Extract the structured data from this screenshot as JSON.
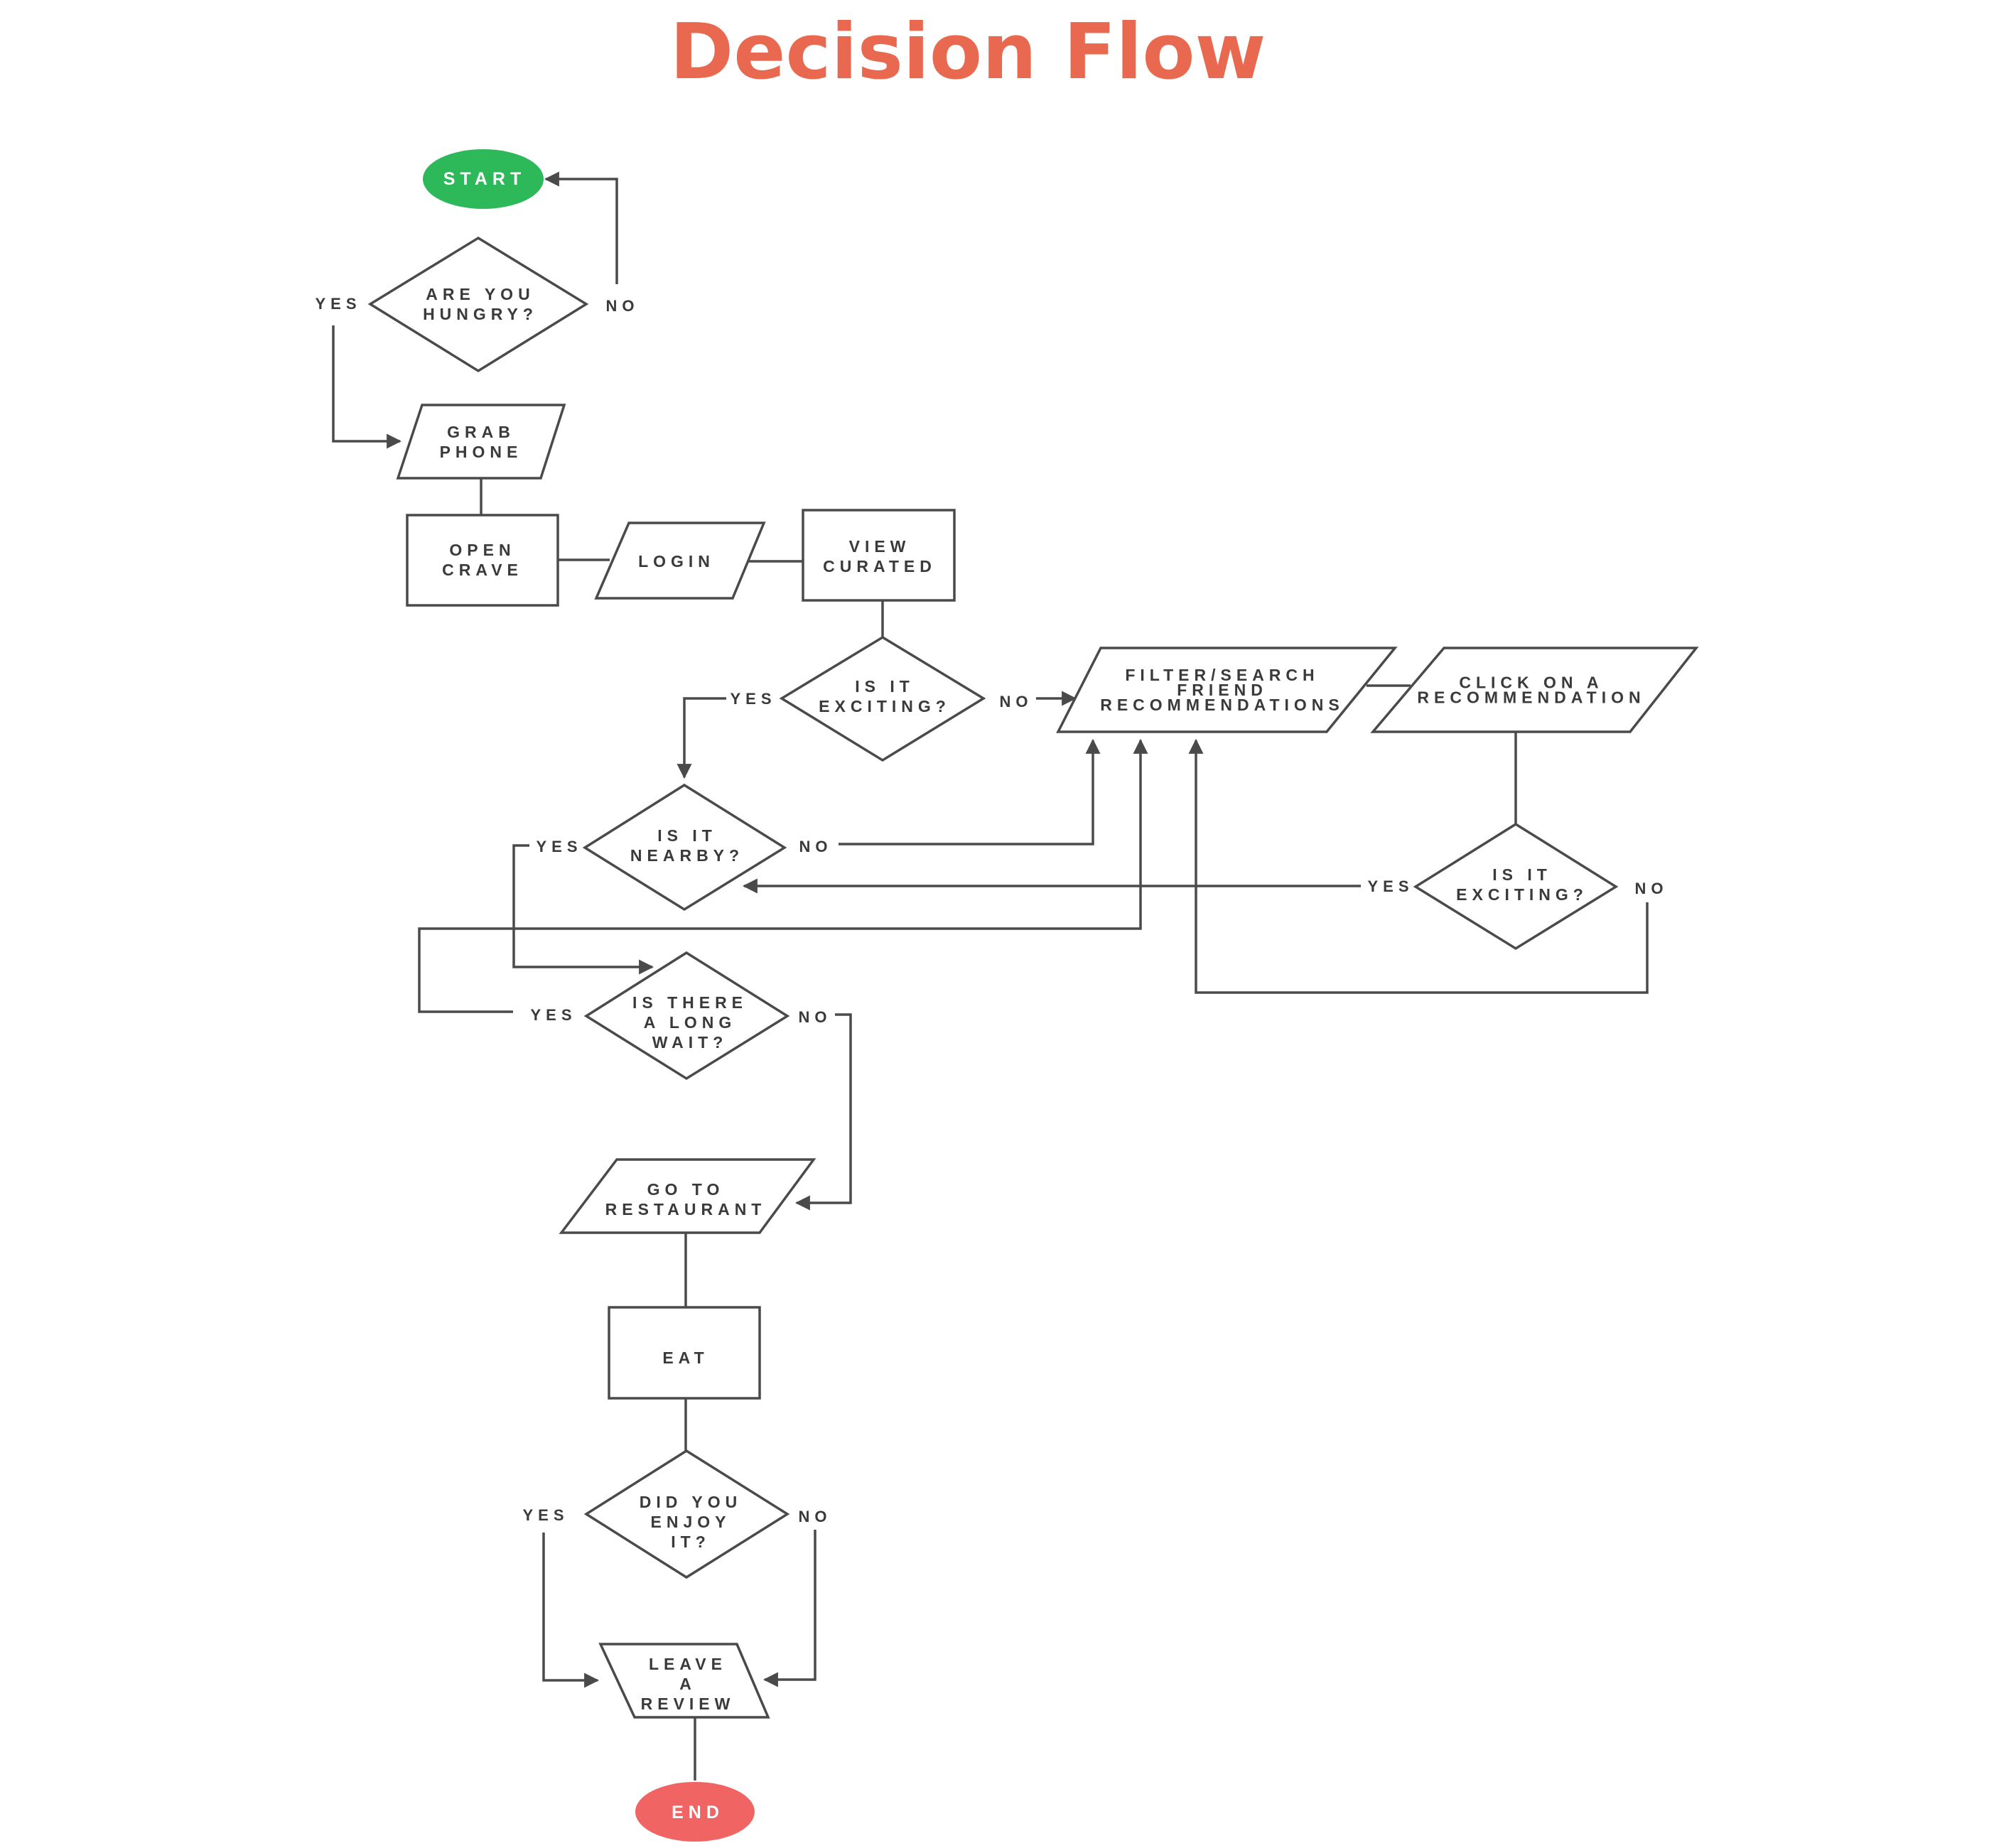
{
  "title": "Decision Flow",
  "colors": {
    "title": "#E8694F",
    "start": "#2DB85A",
    "end": "#F06464",
    "stroke": "#4a4a4a"
  },
  "nodes": {
    "start": {
      "lines": [
        "START"
      ]
    },
    "hungry": {
      "lines": [
        "ARE YOU",
        "HUNGRY?"
      ]
    },
    "grab_phone": {
      "lines": [
        "GRAB",
        "PHONE"
      ]
    },
    "open_crave": {
      "lines": [
        "OPEN",
        "CRAVE"
      ]
    },
    "login": {
      "lines": [
        "LOGIN"
      ]
    },
    "view_curated": {
      "lines": [
        "VIEW",
        "CURATED"
      ]
    },
    "exciting1": {
      "lines": [
        "IS IT",
        "EXCITING?"
      ]
    },
    "filter": {
      "lines": [
        "FILTER/SEARCH",
        "FRIEND",
        "RECOMMENDATIONS"
      ]
    },
    "click_rec": {
      "lines": [
        "CLICK ON A",
        "RECOMMENDATION"
      ]
    },
    "nearby": {
      "lines": [
        "IS IT",
        "NEARBY?"
      ]
    },
    "exciting2": {
      "lines": [
        "IS IT",
        "EXCITING?"
      ]
    },
    "long_wait": {
      "lines": [
        "IS THERE",
        "A LONG",
        "WAIT?"
      ]
    },
    "go_restaurant": {
      "lines": [
        "GO TO",
        "RESTAURANT"
      ]
    },
    "eat": {
      "lines": [
        "EAT"
      ]
    },
    "enjoy": {
      "lines": [
        "DID YOU",
        "ENJOY",
        "IT?"
      ]
    },
    "review": {
      "lines": [
        "LEAVE",
        "A",
        "REVIEW"
      ]
    },
    "end": {
      "lines": [
        "END"
      ]
    }
  },
  "edge_labels": {
    "hungry_yes": "YES",
    "hungry_no": "NO",
    "exciting1_yes": "YES",
    "exciting1_no": "NO",
    "nearby_yes": "YES",
    "nearby_no": "NO",
    "exciting2_yes": "YES",
    "exciting2_no": "NO",
    "wait_yes": "YES",
    "wait_no": "NO",
    "enjoy_yes": "YES",
    "enjoy_no": "NO"
  }
}
